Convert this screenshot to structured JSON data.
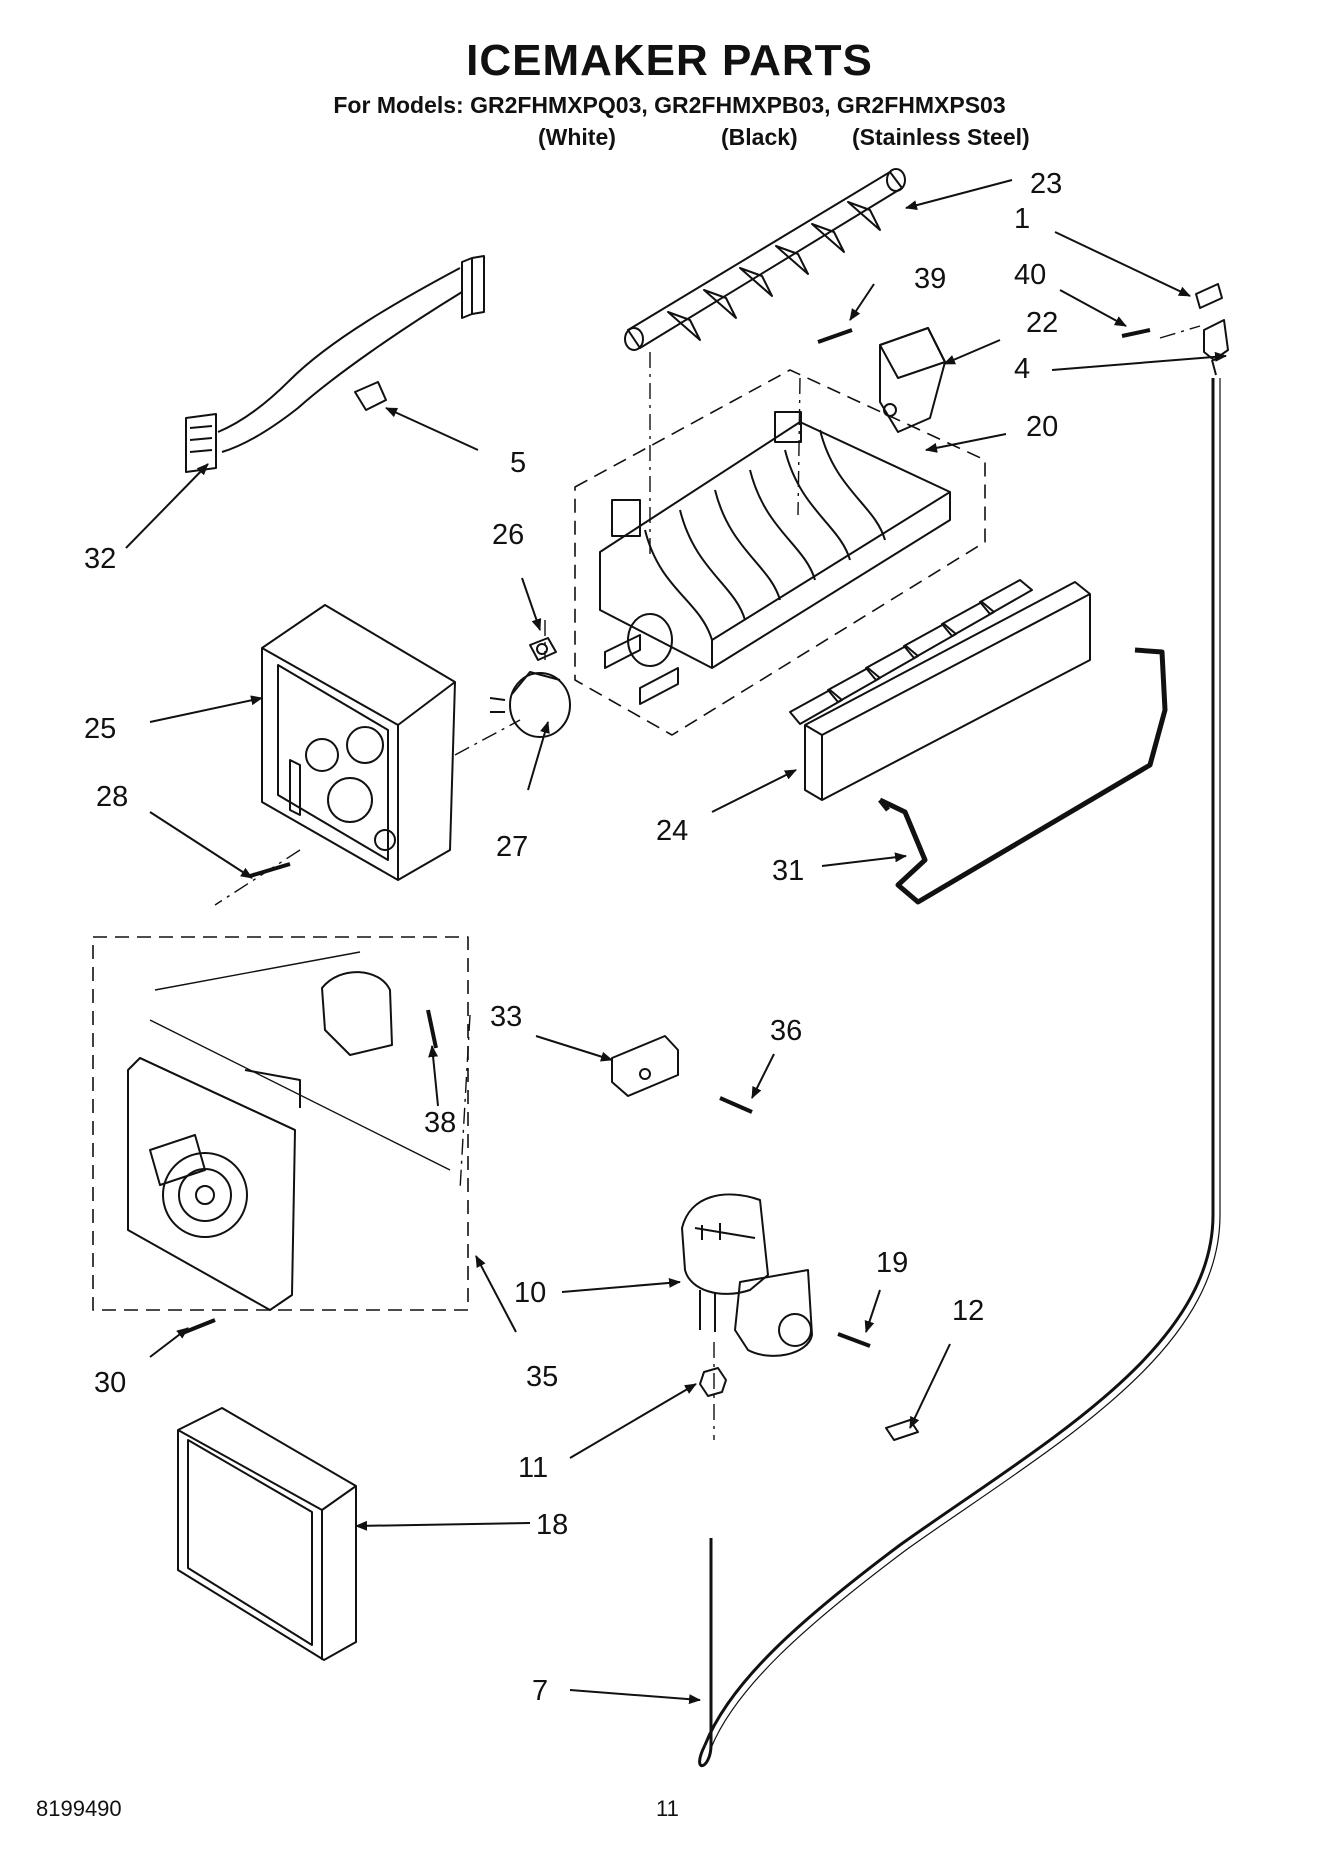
{
  "header": {
    "title": "ICEMAKER PARTS",
    "models_line": "For Models: GR2FHMXPQ03, GR2FHMXPB03, GR2FHMXPS03",
    "variants": [
      "(White)",
      "(Black)",
      "(Stainless Steel)"
    ]
  },
  "callouts": {
    "c1": "1",
    "c4": "4",
    "c5": "5",
    "c7": "7",
    "c10": "10",
    "c11": "11",
    "c12": "12",
    "c18": "18",
    "c19": "19",
    "c20": "20",
    "c22": "22",
    "c23": "23",
    "c24": "24",
    "c25": "25",
    "c26": "26",
    "c27": "27",
    "c28": "28",
    "c30": "30",
    "c31": "31",
    "c32": "32",
    "c33": "33",
    "c35": "35",
    "c36": "36",
    "c38": "38",
    "c39": "39",
    "c40": "40"
  },
  "footer": {
    "doc_number": "8199490",
    "page_number": "11"
  }
}
